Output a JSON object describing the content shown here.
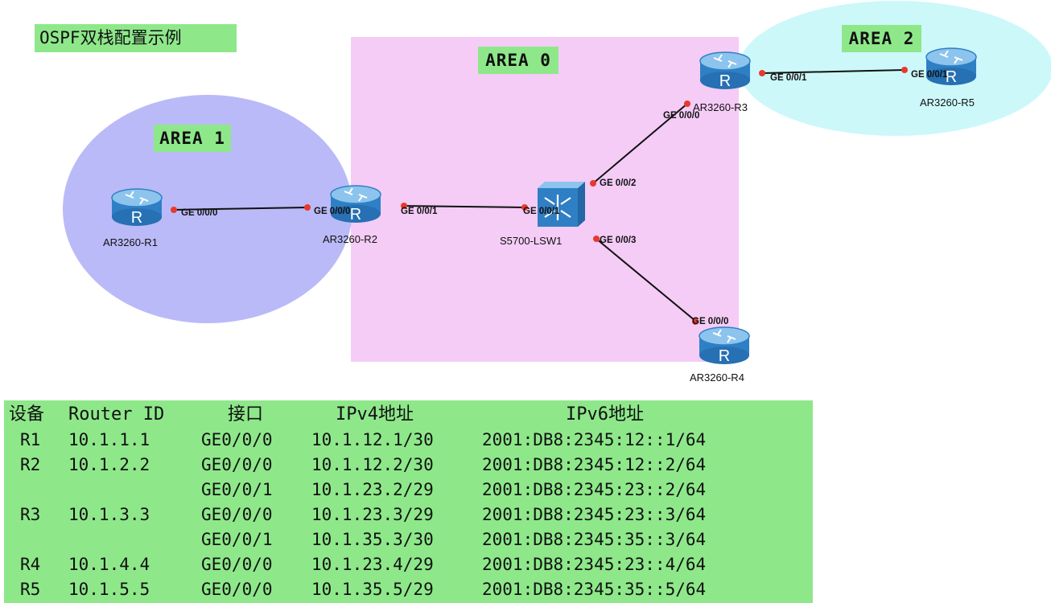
{
  "title": "OSPF双栈配置示例",
  "areas": [
    {
      "name": "AREA 0",
      "color": "#f4ccf6"
    },
    {
      "name": "AREA 1",
      "color": "#babaf8"
    },
    {
      "name": "AREA 2",
      "color": "#ccf8fa"
    }
  ],
  "devices": {
    "r1": "AR3260-R1",
    "r2": "AR3260-R2",
    "r3": "AR3260-R3",
    "r4": "AR3260-R4",
    "r5": "AR3260-R5",
    "lsw1": "S5700-LSW1"
  },
  "interfaces": {
    "r1_g000": "GE 0/0/0",
    "r2_g000": "GE 0/0/0",
    "r2_g001": "GE 0/0/1",
    "lsw_g001": "GE 0/0/1",
    "lsw_g002": "GE 0/0/2",
    "lsw_g003": "GE 0/0/3",
    "r3_g000": "GE 0/0/0",
    "r3_g001": "GE 0/0/1",
    "r5_g001": "GE 0/0/1",
    "r4_g000": "GE 0/0/0"
  },
  "colors": {
    "router_body": "#2f7fc4",
    "router_top": "#8cc4ee",
    "link": "#111111",
    "port_dot": "#e8392c",
    "table_bg": "#8ee88a"
  },
  "table": {
    "headers": [
      "设备",
      "Router ID",
      "接口",
      "IPv4地址",
      "IPv6地址"
    ],
    "rows": [
      [
        "R1",
        "10.1.1.1",
        "GE0/0/0",
        "10.1.12.1/30",
        "2001:DB8:2345:12::1/64"
      ],
      [
        "R2",
        "10.1.2.2",
        "GE0/0/0",
        "10.1.12.2/30",
        "2001:DB8:2345:12::2/64"
      ],
      [
        "",
        "",
        "GE0/0/1",
        "10.1.23.2/29",
        "2001:DB8:2345:23::2/64"
      ],
      [
        "R3",
        "10.1.3.3",
        "GE0/0/0",
        "10.1.23.3/29",
        "2001:DB8:2345:23::3/64"
      ],
      [
        "",
        "",
        "GE0/0/1",
        "10.1.35.3/30",
        "2001:DB8:2345:35::3/64"
      ],
      [
        "R4",
        "10.1.4.4",
        "GE0/0/0",
        "10.1.23.4/29",
        "2001:DB8:2345:23::4/64"
      ],
      [
        "R5",
        "10.1.5.5",
        "GE0/0/0",
        "10.1.35.5/29",
        "2001:DB8:2345:35::5/64"
      ]
    ]
  }
}
